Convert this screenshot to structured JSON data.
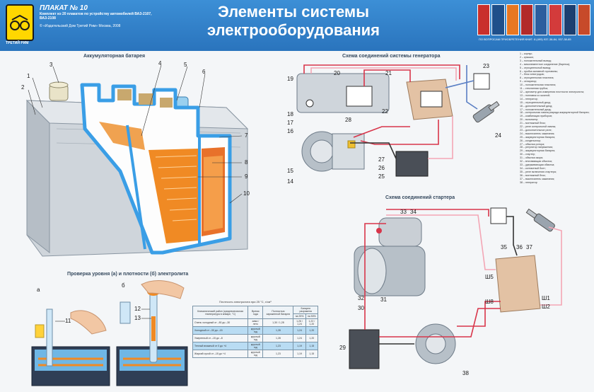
{
  "header": {
    "poster_no": "ПЛАКАТ № 10",
    "poster_sub": "Комплект из 20 плакатов по устройству автомобилей ВАЗ-2107, ВАЗ-2108",
    "publisher": "© «Издательский Дом Третий Рим» Москва, 2008",
    "title_line1": "Элементы системы",
    "title_line2": "электрооборудования",
    "logo_text": "ТРЕТИЙ РИМ",
    "promo": "ПО ВОПРОСАМ ПРИОБРЕТЕНИЯ КНИГ: 8 (495) 937-38-84, 937-38-85"
  },
  "sections": {
    "battery": "Аккумуляторная батарея",
    "generator": "Схема соединений системы генератора",
    "starter": "Схема соединений стартера",
    "electrolyte": "Проверка уровня (а) и плотности (б) электролита"
  },
  "labels": {
    "a": "а",
    "b": "б"
  },
  "battery_numbers": [
    "1",
    "2",
    "3",
    "4",
    "5",
    "6",
    "7",
    "8",
    "9",
    "10"
  ],
  "generator_numbers": [
    "14",
    "15",
    "16",
    "17",
    "18",
    "19",
    "20",
    "21",
    "22",
    "23",
    "24",
    "25",
    "26",
    "27",
    "28"
  ],
  "starter_numbers": [
    "29",
    "30",
    "31",
    "32",
    "33",
    "34",
    "35",
    "36",
    "37",
    "38"
  ],
  "electrolyte_numbers": [
    "11",
    "12",
    "13"
  ],
  "legend": [
    "1 – корпус;",
    "2 – крышка;",
    "3 – положительный вывод;",
    "4 – межэлементное соединение (баретка);",
    "5 – отрицательный вывод;",
    "6 – пробка заливной горловины;",
    "7 – блок электродов;",
    "8 – отрицательная пластина;",
    "9 – сепаратор;",
    "10 – положительная пластина;",
    "11 – стеклянная трубка;",
    "12 – ареометр для измерения плотности электролита;",
    "13 – поплавок со шкалой;",
    "14 – генератор;",
    "15 – отрицательный диод;",
    "16 – дополнительный диод;",
    "17 – положительный диод;",
    "18 – контрольная лампа разряда аккумуляторной батареи;",
    "19 – комбинация приборов;",
    "20 – вольтметр;",
    "21 – монтажный блок;",
    "22 – реле контрольной лампы;",
    "23 – дополнительное реле;",
    "24 – выключатель зажигания;",
    "25 – аккумуляторная батарея;",
    "26 – конденсатор;",
    "27 – обмотка ротора;",
    "28 – регулятор напряжения;",
    "29 – аккумуляторная батарея;",
    "30 – стартер;",
    "31 – обмотка якоря;",
    "32 – втягивающая обмотка;",
    "33 – удерживающая обмотка;",
    "34 – контактный болт;",
    "35 – реле включения стартера;",
    "36 – монтажный блок;",
    "37 – выключатель зажигания;",
    "38 – генератор"
  ],
  "table": {
    "title": "Плотность электролита при 25 °С, г/см³",
    "headers": [
      "Климатический район (среднемесячная температура в январе, °С)",
      "Время года",
      "Полностью заряженной батареи",
      "Батарея разряжена",
      "на 25%",
      "на 50%"
    ],
    "rows": [
      {
        "zone": "Очень холодный от –50 до –30",
        "season": "зима / лето",
        "full": "1,30 / 1,28",
        "d25": "1,26 / 1,24",
        "d50": "1,22 / 1,20"
      },
      {
        "zone": "Холодный от –30 до –15",
        "season": "круглый год",
        "full": "1,28",
        "d25": "1,24",
        "d50": "1,20"
      },
      {
        "zone": "Умеренный от –15 до –8",
        "season": "круглый год",
        "full": "1,28",
        "d25": "1,24",
        "d50": "1,20"
      },
      {
        "zone": "Теплый влажный от 0 до +4",
        "season": "круглый год",
        "full": "1,23",
        "d25": "1,19",
        "d50": "1,15"
      },
      {
        "zone": "Жаркий сухой от –15 до +4",
        "season": "круглый год",
        "full": "1,23",
        "d25": "1,19",
        "d50": "1,15"
      }
    ]
  },
  "relay_labels": [
    "Ш1",
    "Ш5",
    "Ш8",
    "Ш2"
  ],
  "colors": {
    "header_blue": "#2f7fc8",
    "battery_blue": "#3a9ee6",
    "plate_orange": "#f08a24",
    "wire_red": "#d8354a",
    "wire_pink": "#f3a6b5",
    "wire_blue": "#5a7fc4",
    "relay_tan": "#e3c2a4"
  }
}
